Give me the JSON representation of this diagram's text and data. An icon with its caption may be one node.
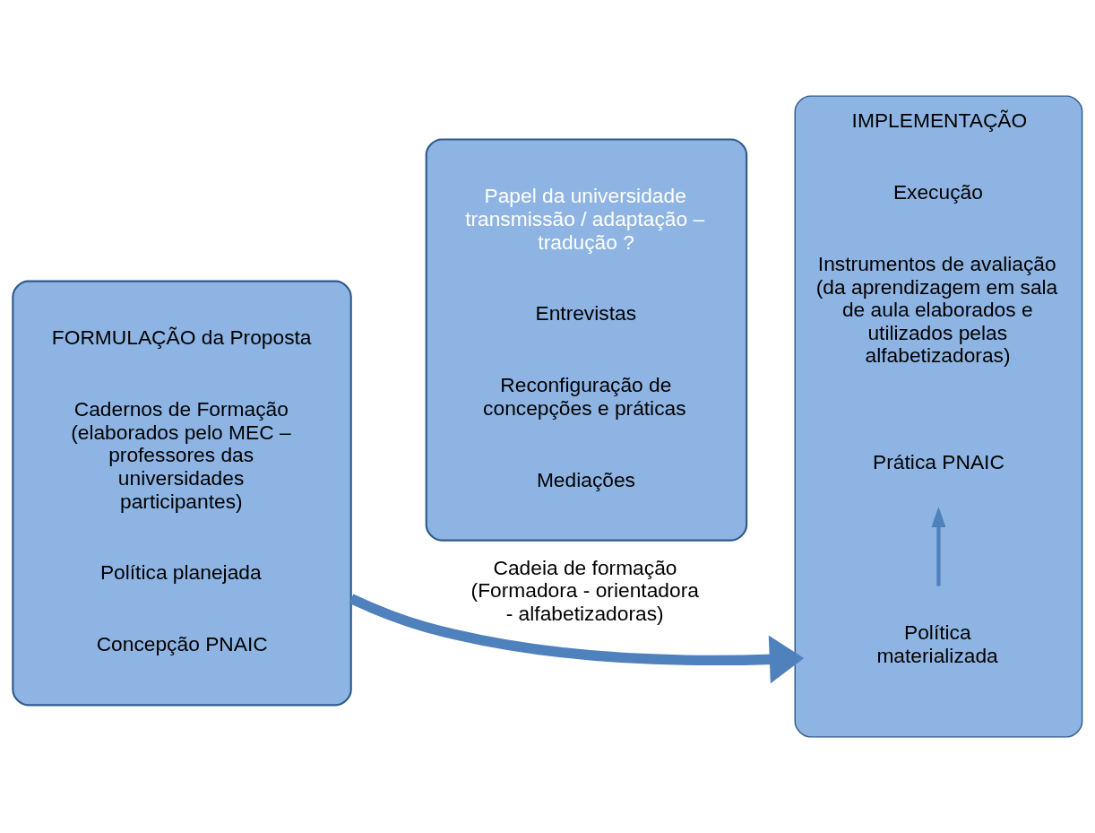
{
  "diagram": {
    "nodes": [
      {
        "text": [
          "FORMULAÇÃO da Proposta",
          "Cadernos de Formação (elaborados pelo MEC – professores das universidades participantes)",
          "Política planejada",
          "Concepção PNAIC"
        ]
      },
      {
        "text": [
          "Papel da universidade transmissão / adaptação – tradução ?",
          "Entrevistas",
          "Reconfiguração de concepções e práticas",
          "Mediações"
        ]
      },
      {
        "text": [
          "IMPLEMENTAÇÃO",
          "Execução",
          "Instrumentos de avaliação (da aprendizagem em sala de aula elaborados e utilizados pelas alfabetizadoras)"
        ]
      },
      {
        "text": [
          "Política materializada"
        ],
        "in": 2
      },
      {
        "text": [
          "Prática PNAIC"
        ],
        "in": 2
      }
    ],
    "edges": [
      {
        "from": 0,
        "to": 2,
        "arrow": "to",
        "label": "Cadeia de formação (Formadora - orientadora - alfabetizadoras)",
        "style": "thick"
      },
      {
        "from": 3,
        "to": 4,
        "arrow": "to"
      }
    ]
  }
}
